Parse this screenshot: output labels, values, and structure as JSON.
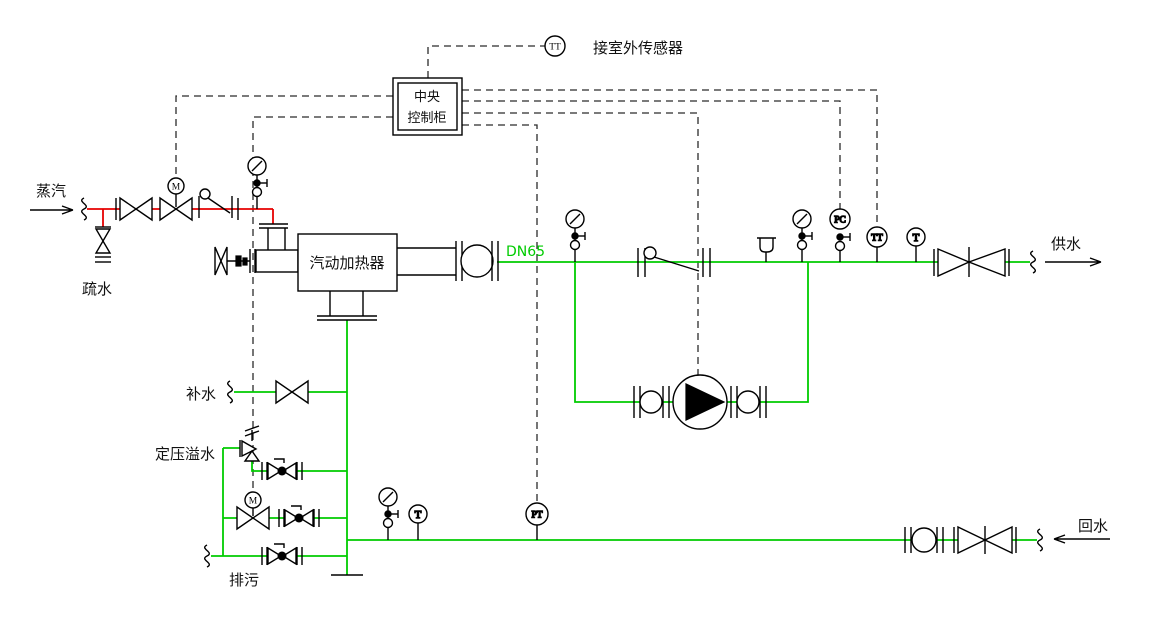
{
  "labels": {
    "steam": "蒸汽",
    "trap": "疏水",
    "makeup": "补水",
    "overflow": "定压溢水",
    "blowdown": "排污",
    "supply": "供水",
    "return_water": "回水",
    "outdoor_sensor": "接室外传感器",
    "heater": "汽动加热器",
    "pipe_size": "DN65",
    "cabinet_line1": "中央",
    "cabinet_line2": "控制柜"
  },
  "instruments": {
    "outdoor_tt": "TT",
    "steam_motor_valve": "M",
    "drain_motor_valve": "M",
    "supply_pc": "PC",
    "supply_tt": "TT",
    "supply_t": "T",
    "return_t": "T",
    "return_pt": "PT"
  },
  "colors": {
    "steam_pipe": "#e60000",
    "water_pipe": "#00cc00",
    "signal_line": "#2b2b2b",
    "outline": "#000000"
  }
}
